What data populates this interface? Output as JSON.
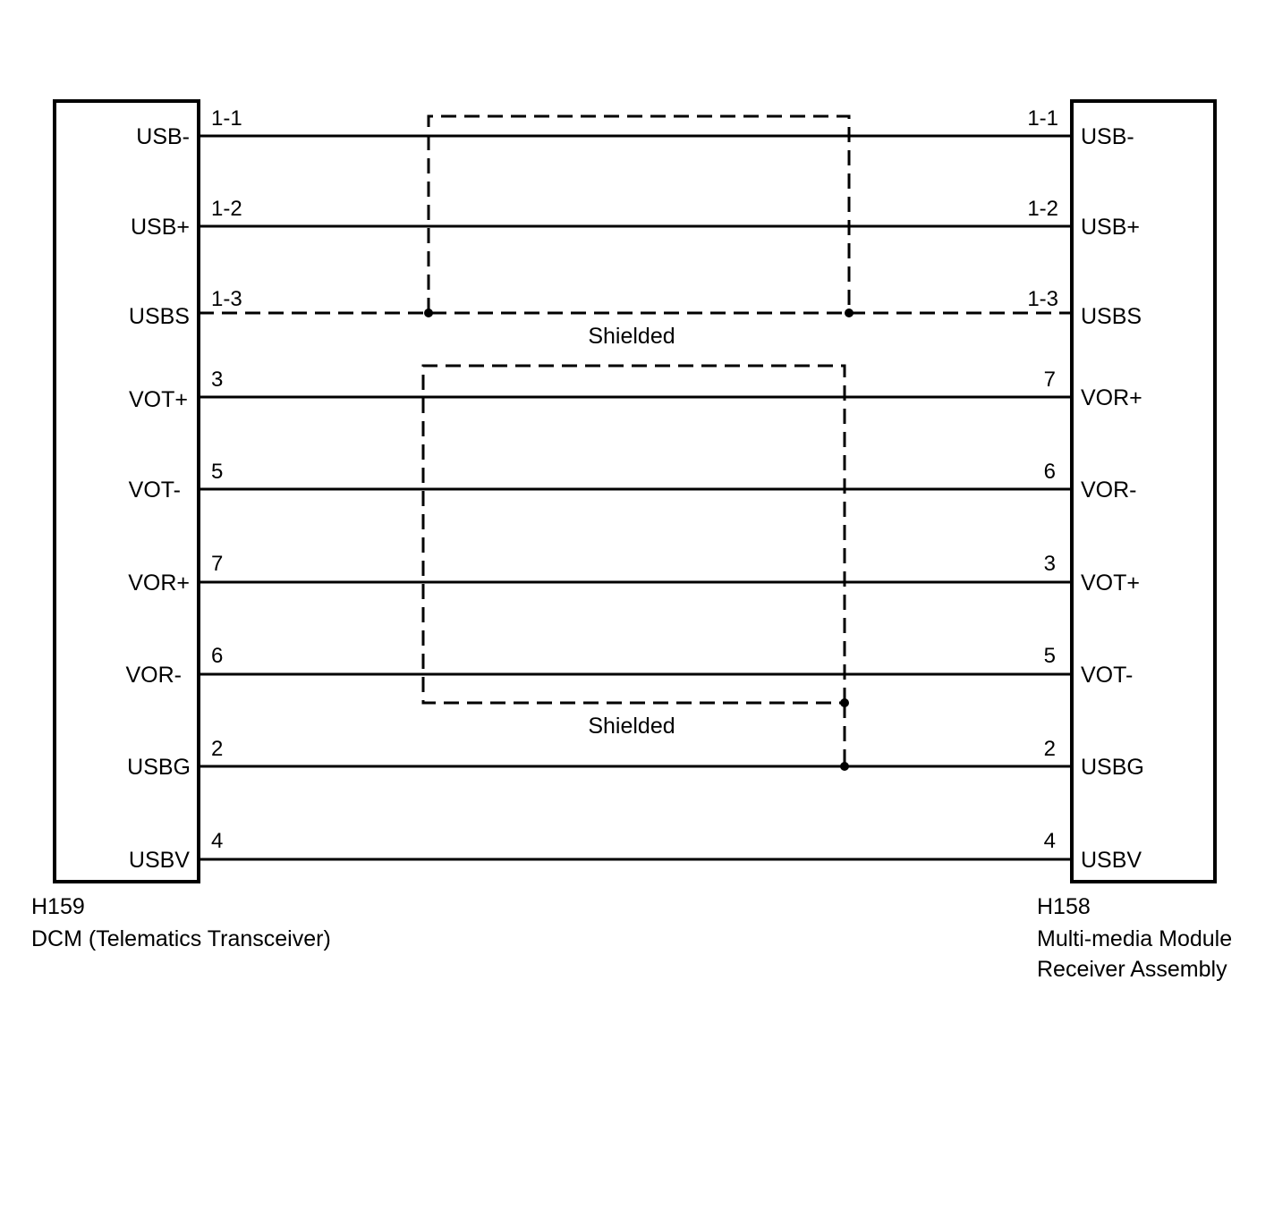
{
  "left_connector": {
    "id": "H159",
    "name": "DCM (Telematics Transceiver)",
    "signals": [
      "USB-",
      "USB+",
      "USBS",
      "VOT+",
      "VOT-",
      "VOR+",
      "VOR-",
      "USBG",
      "USBV"
    ],
    "pins": [
      "1-1",
      "1-2",
      "1-3",
      "3",
      "5",
      "7",
      "6",
      "2",
      "4"
    ]
  },
  "right_connector": {
    "id": "H158",
    "name_line1": "Multi-media Module",
    "name_line2": "Receiver Assembly",
    "signals": [
      "USB-",
      "USB+",
      "USBS",
      "VOR+",
      "VOR-",
      "VOT+",
      "VOT-",
      "USBG",
      "USBV"
    ],
    "pins": [
      "1-1",
      "1-2",
      "1-3",
      "7",
      "6",
      "3",
      "5",
      "2",
      "4"
    ]
  },
  "wires": [
    {
      "from": "USB-",
      "to": "USB-",
      "style": "solid"
    },
    {
      "from": "USB+",
      "to": "USB+",
      "style": "solid"
    },
    {
      "from": "USBS",
      "to": "USBS",
      "style": "dashed"
    },
    {
      "from": "VOT+",
      "to": "VOR+",
      "style": "solid"
    },
    {
      "from": "VOT-",
      "to": "VOR-",
      "style": "solid"
    },
    {
      "from": "VOR+",
      "to": "VOT+",
      "style": "solid"
    },
    {
      "from": "VOR-",
      "to": "VOT-",
      "style": "solid"
    },
    {
      "from": "USBG",
      "to": "USBG",
      "style": "solid"
    },
    {
      "from": "USBV",
      "to": "USBV",
      "style": "solid"
    }
  ],
  "shields": {
    "upper_label": "Shielded",
    "lower_label": "Shielded"
  }
}
